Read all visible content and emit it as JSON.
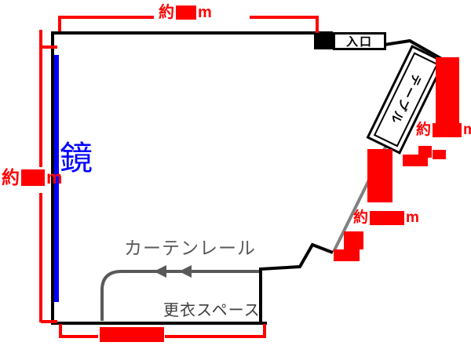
{
  "labels": {
    "mirror": "鏡",
    "entrance": "入口",
    "table": "テーブル",
    "curtain_rail": "カーテンレール",
    "changing_space": "更衣スペース"
  },
  "dimensions": {
    "top": {
      "prefix": "約",
      "suffix": "m",
      "value": "redacted"
    },
    "left": {
      "prefix": "約",
      "suffix": "m",
      "value": "redacted"
    },
    "bottom": {
      "value": "redacted"
    },
    "right_upper": {
      "prefix": "約",
      "suffix": "m",
      "value": "redacted"
    },
    "right_lower": {
      "prefix": "約",
      "suffix": "m",
      "value": "redacted"
    }
  },
  "colors": {
    "wall": "#000000",
    "diagonal_wall": "#808080",
    "mirror": "#0000ff",
    "dimension_red": "#ff0000",
    "curtain_gray": "#595959",
    "changing_text": "#3d3d3d"
  }
}
